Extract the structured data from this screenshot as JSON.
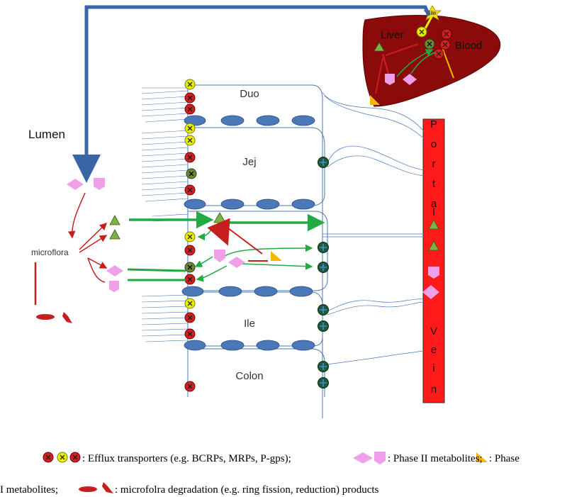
{
  "labels": {
    "lumen": "Lumen",
    "microflora": "microflora",
    "liver": "Liver",
    "blood": "Blood",
    "bile": "Bile",
    "duo": "Duo",
    "jej": "Jej",
    "ile": "Ile",
    "colon": "Colon",
    "portal_vein_letters": [
      "P",
      "o",
      "r",
      "t",
      "a",
      "l",
      "V",
      "e",
      "i",
      "n"
    ]
  },
  "legend": {
    "line1": ": Efflux transporters (e.g. BCRPs, MRPs, P-gps);",
    "line1b": ": Phase II metabolites;",
    "line1c": ": Phase",
    "line2a": "I metabolites;",
    "line2b": ": microfolra degradation (e.g. ring fission, reduction) products"
  },
  "colors": {
    "liver": "#8b0a0a",
    "portal_vein": "#ff1a1a",
    "enterocyte_oval": "#4a78b8",
    "efflux_red": "#d42020",
    "efflux_yellow": "#e8f000",
    "phase2": "#f0a0e8",
    "phase1": "#f5b800",
    "parent": "#7cb342",
    "arrow_green": "#22aa44",
    "arrow_red": "#c81e1e",
    "arrow_blue": "#3a66a8"
  }
}
